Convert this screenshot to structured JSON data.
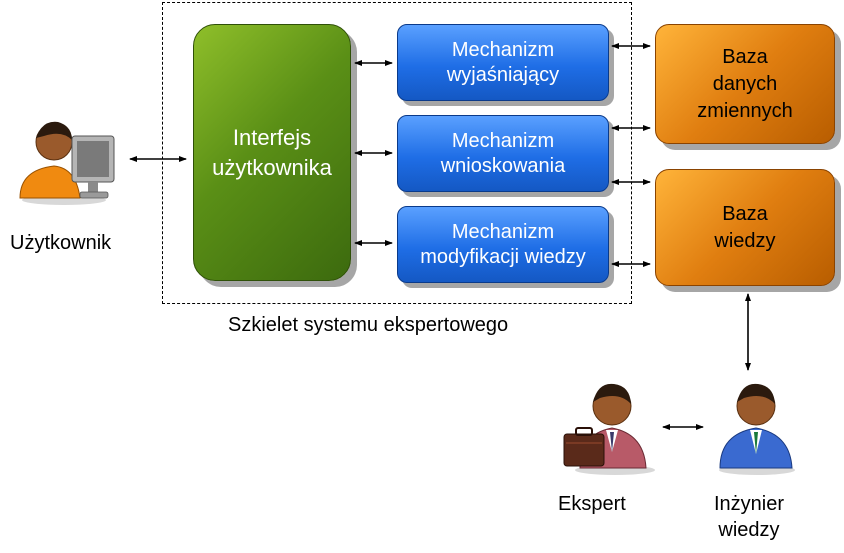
{
  "frame": {
    "caption": "Szkielet systemu ekspertowego"
  },
  "interface": {
    "label": "Interfejs użytkownika"
  },
  "mechanisms": [
    {
      "label": "Mechanizm wyjaśniający"
    },
    {
      "label": "Mechanizm wnioskowania"
    },
    {
      "label": "Mechanizm modyfikacji wiedzy"
    }
  ],
  "databases": {
    "variables": "Baza danych zmiennych",
    "knowledge": "Baza wiedzy"
  },
  "actors": {
    "user": "Użytkownik",
    "expert": "Ekspert",
    "engineer": "Inżynier wiedzy"
  },
  "colors": {
    "green": "#5a8f16",
    "blue": "#1f6ee6",
    "orange": "#e07e10"
  }
}
